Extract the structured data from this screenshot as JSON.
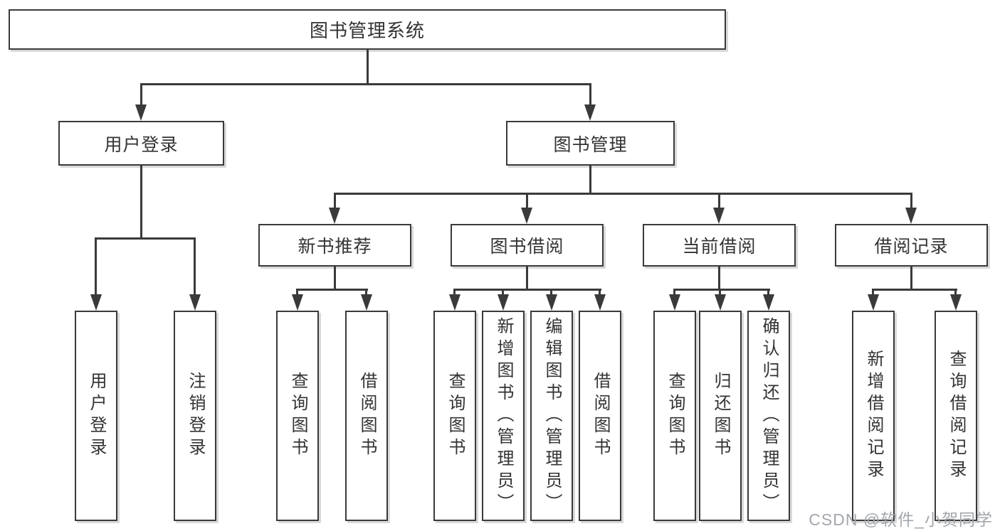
{
  "colors": {
    "line": "#3a3a3a",
    "text": "#333333",
    "background": "#ffffff",
    "watermark": "#a3a7ac"
  },
  "watermark": {
    "text": "CSDN @软件_小贺同学"
  },
  "diagram": {
    "root": "图书管理系统",
    "level2": [
      "用户登录",
      "图书管理"
    ],
    "level3": [
      "新书推荐",
      "图书借阅",
      "当前借阅",
      "借阅记录"
    ],
    "leaves_user_login": [
      "用户登录",
      "注销登录"
    ],
    "leaves_new_books": [
      "查询图书",
      "借阅图书"
    ],
    "leaves_book_borrow": [
      "查询图书",
      "新增图书（管理员）",
      "编辑图书（管理员）",
      "借阅图书"
    ],
    "leaves_current_borrow": [
      "查询图书",
      "归还图书",
      "确认归还（管理员）"
    ],
    "leaves_borrow_records": [
      "新增借阅记录",
      "查询借阅记录"
    ]
  }
}
